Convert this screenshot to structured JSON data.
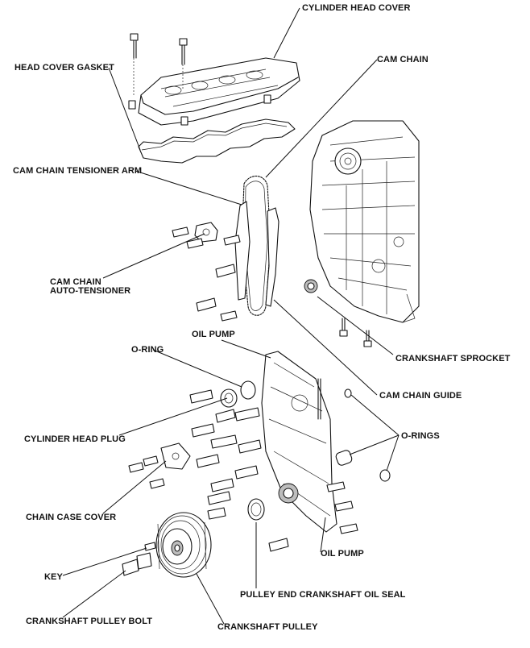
{
  "labels": {
    "cylinder_head_cover": "CYLINDER HEAD COVER",
    "head_cover_gasket": "HEAD COVER GASKET",
    "cam_chain": "CAM CHAIN",
    "cam_chain_tensioner_arm": "CAM CHAIN TENSIONER ARM",
    "cam_chain_auto_tensioner_line1": "CAM CHAIN",
    "cam_chain_auto_tensioner_line2": "AUTO-TENSIONER",
    "oil_pump_top": "OIL PUMP",
    "o_ring": "O-RING",
    "crankshaft_sprocket": "CRANKSHAFT SPROCKET",
    "cam_chain_guide": "CAM CHAIN GUIDE",
    "cylinder_head_plug": "CYLINDER HEAD PLUG",
    "o_rings": "O-RINGS",
    "chain_case_cover": "CHAIN CASE COVER",
    "oil_pump_bottom": "OIL PUMP",
    "key": "KEY",
    "pulley_end_crankshaft_oil_seal": "PULLEY END CRANKSHAFT OIL SEAL",
    "crankshaft_pulley_bolt": "CRANKSHAFT PULLEY BOLT",
    "crankshaft_pulley": "CRANKSHAFT PULLEY"
  }
}
